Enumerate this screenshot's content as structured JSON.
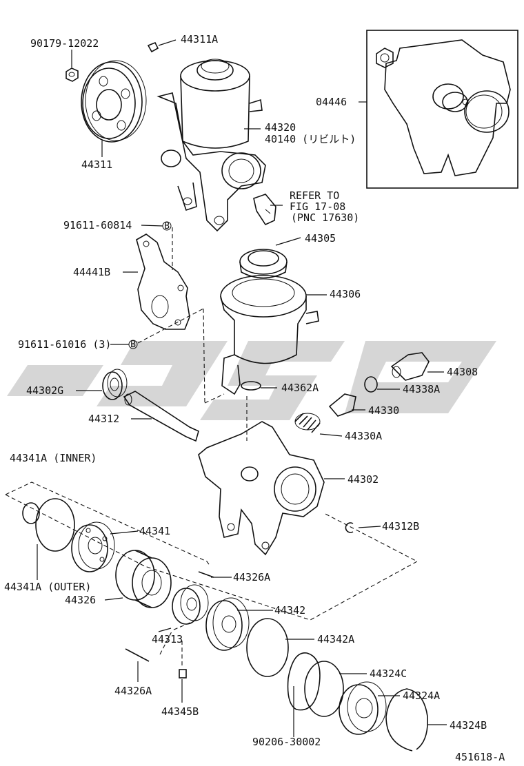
{
  "diagram": {
    "figure_id": "451618-A",
    "labels": {
      "p90179": "90179-12022",
      "p44311A": "44311A",
      "p44311": "44311",
      "p44320": "44320",
      "p40140": "40140 (リビルト)",
      "p04446": "04446",
      "refer1": "REFER TO",
      "refer2": "FIG 17-08",
      "refer3": "(PNC 17630)",
      "p91611a": "91611-60814",
      "p44441B": "44441B",
      "p91611b": "91611-61016 (3)",
      "p44305": "44305",
      "p44306": "44306",
      "p44308": "44308",
      "p44302G": "44302G",
      "p44362A": "44362A",
      "p44338A": "44338A",
      "p44312": "44312",
      "p44330": "44330",
      "p44330A": "44330A",
      "p44341Ai": "44341A (INNER)",
      "p44302": "44302",
      "p44341": "44341",
      "p44312B": "44312B",
      "p44341Ao": "44341A (OUTER)",
      "p44326A1": "44326A",
      "p44326": "44326",
      "p44342": "44342",
      "p44313": "44313",
      "p44342A": "44342A",
      "p44324C": "44324C",
      "p44326A2": "44326A",
      "p44324A": "44324A",
      "p44345B": "44345B",
      "p44324B": "44324B",
      "p90206": "90206-30002",
      "markB": "B"
    }
  }
}
